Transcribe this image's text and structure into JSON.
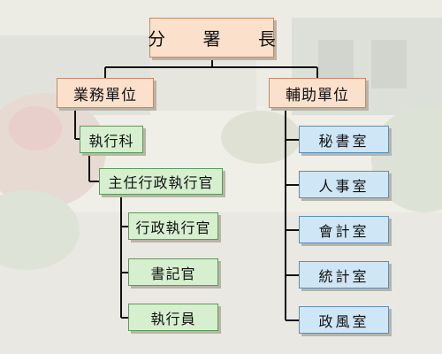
{
  "org": {
    "head": "分 署 長",
    "business_unit": "業務單位",
    "support_unit": "輔助單位",
    "section": "執行科",
    "chief_officer": "主任行政執行官",
    "business_staff": [
      "行政執行官",
      "書記官",
      "執行員"
    ],
    "support_offices": [
      "秘書室",
      "人事室",
      "會計室",
      "統計室",
      "政風室"
    ]
  },
  "colors": {
    "line": "#111111",
    "head_fill": "#fbe0cc",
    "green_fill": "#d6efcf",
    "blue_fill": "#cfe6f6"
  }
}
